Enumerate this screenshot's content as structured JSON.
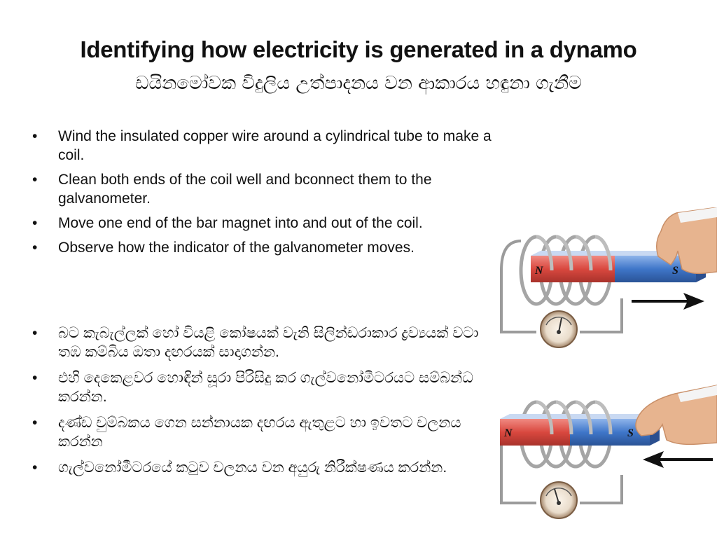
{
  "title": "Identifying how electricity is generated in a dynamo",
  "subtitle": "ඩයිනමෝවක විදුලිය උත්පාදනය වන ආකාරය හඳුනා ගැනීම",
  "english_points": [
    "Wind the insulated copper wire around a cylindrical tube to make a coil.",
    "Clean both ends of the coil well and bconnect them to the galvanometer.",
    "Move one end of the bar magnet into and out of the coil.",
    "Observe how the indicator of the galvanometer moves."
  ],
  "sinhala_points": [
    "බට කැබැල්ලක් හෝ වියළි කෝෂයක් වැනි සිලින්ඩරාකාර ද්‍රව්‍යයක් වටා තඹ කම්බිය ඔතා දඟරයක් සාදාගන්න.",
    "එහි දෙකෙළවර හොඳින් සූරා පිරිසිදු කර ගැල්වනෝමීටරයට සම්බන්ධ කරන්න.",
    "දණ්ඩ චුම්බකය ගෙන සන්නායක දඟරය ඇතුළට හා ඉවතට චලනය කරන්න",
    "ගැල්වනෝමීටරයේ කටුව චලනය වන අයුරු නිරීක්ෂණය කරන්න."
  ],
  "figures": [
    {
      "north_label": "N",
      "south_label": "S",
      "arrow_direction": "right"
    },
    {
      "north_label": "N",
      "south_label": "S",
      "arrow_direction": "left"
    }
  ],
  "colors": {
    "north_pole": "#d9483f",
    "south_pole": "#3f76c9",
    "coil": "#9b9b9b",
    "arrow": "#111111"
  }
}
